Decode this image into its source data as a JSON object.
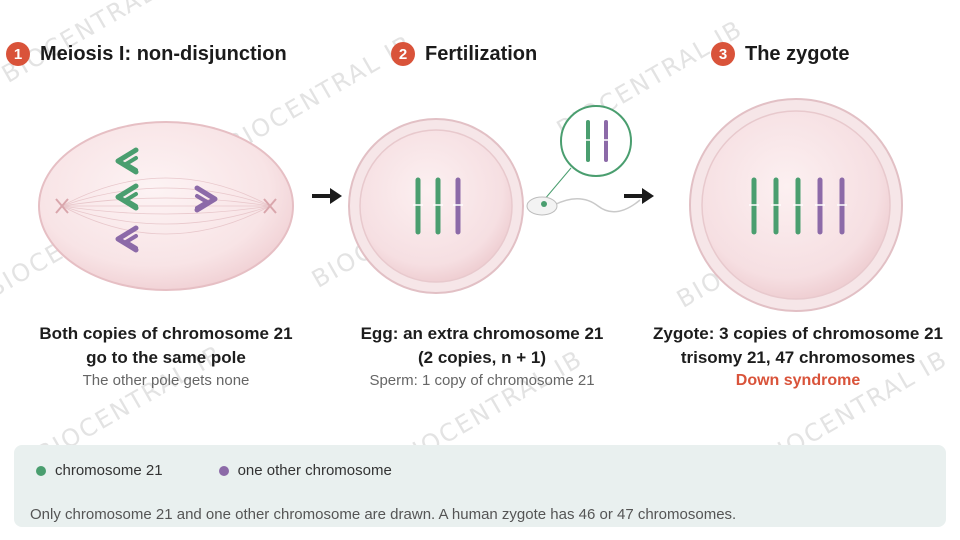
{
  "watermark": "BIOCENTRAL IB",
  "colors": {
    "accent": "#d9533a",
    "chromosome_21": "#4a9e6f",
    "other_chromosome": "#8c6aa8",
    "cell_fill": "#f8e4e6",
    "legend_bg": "#e9f0ef"
  },
  "steps": [
    {
      "number": "1",
      "title": "Meiosis I: non-disjunction",
      "caption_lines": [
        "Both copies of chromosome 21",
        "go to the same pole"
      ],
      "sub": "The other pole gets none"
    },
    {
      "number": "2",
      "title": "Fertilization",
      "caption_lines": [
        "Egg: an extra chromosome 21",
        "(2 copies, n + 1)"
      ],
      "sub": "Sperm: 1 copy of chromosome 21"
    },
    {
      "number": "3",
      "title": "The zygote",
      "caption_lines": [
        "Zygote: 3 copies of chromosome 21",
        "trisomy 21, 47 chromosomes"
      ],
      "highlight": "Down syndrome"
    }
  ],
  "legend": {
    "items": [
      {
        "label": "chromosome 21",
        "color": "#4a9e6f"
      },
      {
        "label": "one other chromosome",
        "color": "#8c6aa8"
      }
    ],
    "note": "Only chromosome 21 and one other chromosome are drawn. A human zygote has 46 or 47 chromosomes."
  }
}
